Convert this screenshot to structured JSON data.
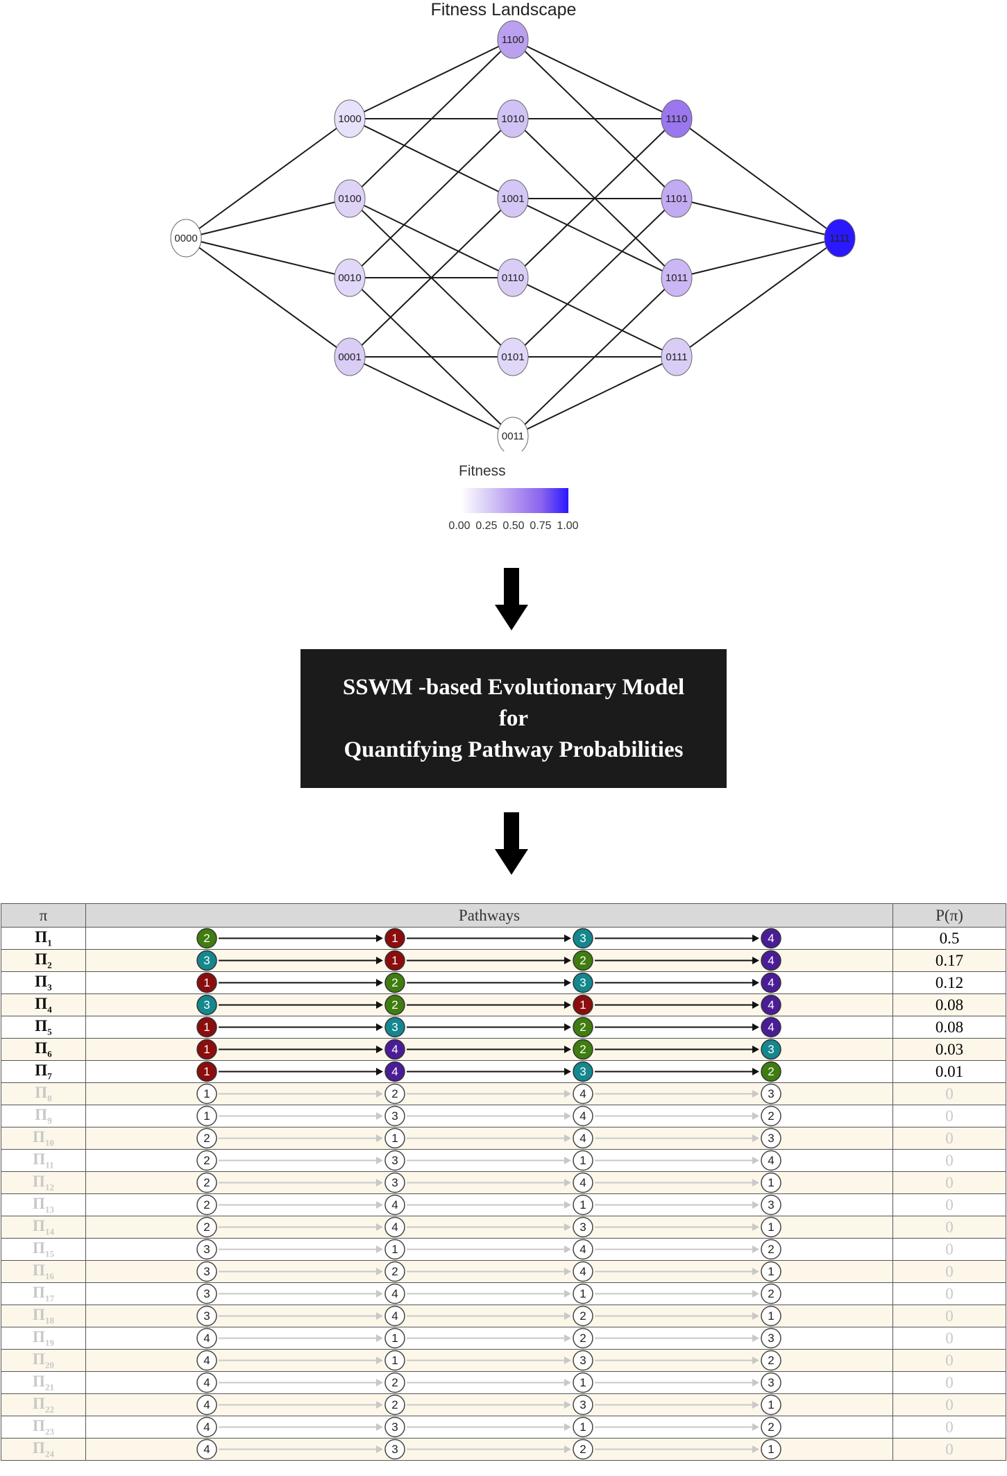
{
  "landscape": {
    "title": "Fitness Landscape",
    "legend": {
      "title": "Fitness",
      "ticks": [
        "0.00",
        "0.25",
        "0.50",
        "0.75",
        "1.00"
      ],
      "colors": [
        "#ffffff",
        "#2a18ff"
      ]
    },
    "nodes": [
      {
        "id": "0000",
        "fitness": 0.0
      },
      {
        "id": "1000",
        "fitness": 0.15
      },
      {
        "id": "0100",
        "fitness": 0.22
      },
      {
        "id": "0010",
        "fitness": 0.2
      },
      {
        "id": "0001",
        "fitness": 0.25
      },
      {
        "id": "1100",
        "fitness": 0.45
      },
      {
        "id": "1010",
        "fitness": 0.3
      },
      {
        "id": "1001",
        "fitness": 0.28
      },
      {
        "id": "0110",
        "fitness": 0.25
      },
      {
        "id": "0101",
        "fitness": 0.2
      },
      {
        "id": "0011",
        "fitness": 0.0
      },
      {
        "id": "1110",
        "fitness": 0.65
      },
      {
        "id": "1101",
        "fitness": 0.4
      },
      {
        "id": "1011",
        "fitness": 0.35
      },
      {
        "id": "0111",
        "fitness": 0.25
      },
      {
        "id": "1111",
        "fitness": 1.0
      }
    ]
  },
  "model_box": {
    "lines": [
      "SSWM -based Evolutionary Model",
      "for",
      "Quantifying Pathway Probabilities"
    ]
  },
  "table": {
    "headers": [
      "π",
      "Pathways",
      "P(π)"
    ],
    "pi_symbol": "Π",
    "step_colors": {
      "1": "#8b0d0d",
      "2": "#3f7d10",
      "3": "#15878e",
      "4": "#4a1d96"
    },
    "rows": [
      {
        "index": "1",
        "steps": [
          "2",
          "1",
          "3",
          "4"
        ],
        "p": "0.5",
        "active": true
      },
      {
        "index": "2",
        "steps": [
          "3",
          "1",
          "2",
          "4"
        ],
        "p": "0.17",
        "active": true
      },
      {
        "index": "3",
        "steps": [
          "1",
          "2",
          "3",
          "4"
        ],
        "p": "0.12",
        "active": true
      },
      {
        "index": "4",
        "steps": [
          "3",
          "2",
          "1",
          "4"
        ],
        "p": "0.08",
        "active": true
      },
      {
        "index": "5",
        "steps": [
          "1",
          "3",
          "2",
          "4"
        ],
        "p": "0.08",
        "active": true
      },
      {
        "index": "6",
        "steps": [
          "1",
          "4",
          "2",
          "3"
        ],
        "p": "0.03",
        "active": true
      },
      {
        "index": "7",
        "steps": [
          "1",
          "4",
          "3",
          "2"
        ],
        "p": "0.01",
        "active": true
      },
      {
        "index": "8",
        "steps": [
          "1",
          "2",
          "4",
          "3"
        ],
        "p": "0",
        "active": false
      },
      {
        "index": "9",
        "steps": [
          "1",
          "3",
          "4",
          "2"
        ],
        "p": "0",
        "active": false
      },
      {
        "index": "10",
        "steps": [
          "2",
          "1",
          "4",
          "3"
        ],
        "p": "0",
        "active": false
      },
      {
        "index": "11",
        "steps": [
          "2",
          "3",
          "1",
          "4"
        ],
        "p": "0",
        "active": false
      },
      {
        "index": "12",
        "steps": [
          "2",
          "3",
          "4",
          "1"
        ],
        "p": "0",
        "active": false
      },
      {
        "index": "13",
        "steps": [
          "2",
          "4",
          "1",
          "3"
        ],
        "p": "0",
        "active": false
      },
      {
        "index": "14",
        "steps": [
          "2",
          "4",
          "3",
          "1"
        ],
        "p": "0",
        "active": false
      },
      {
        "index": "15",
        "steps": [
          "3",
          "1",
          "4",
          "2"
        ],
        "p": "0",
        "active": false
      },
      {
        "index": "16",
        "steps": [
          "3",
          "2",
          "4",
          "1"
        ],
        "p": "0",
        "active": false
      },
      {
        "index": "17",
        "steps": [
          "3",
          "4",
          "1",
          "2"
        ],
        "p": "0",
        "active": false
      },
      {
        "index": "18",
        "steps": [
          "3",
          "4",
          "2",
          "1"
        ],
        "p": "0",
        "active": false
      },
      {
        "index": "19",
        "steps": [
          "4",
          "1",
          "2",
          "3"
        ],
        "p": "0",
        "active": false
      },
      {
        "index": "20",
        "steps": [
          "4",
          "1",
          "3",
          "2"
        ],
        "p": "0",
        "active": false
      },
      {
        "index": "21",
        "steps": [
          "4",
          "2",
          "1",
          "3"
        ],
        "p": "0",
        "active": false
      },
      {
        "index": "22",
        "steps": [
          "4",
          "2",
          "3",
          "1"
        ],
        "p": "0",
        "active": false
      },
      {
        "index": "23",
        "steps": [
          "4",
          "3",
          "1",
          "2"
        ],
        "p": "0",
        "active": false
      },
      {
        "index": "24",
        "steps": [
          "4",
          "3",
          "2",
          "1"
        ],
        "p": "0",
        "active": false
      }
    ]
  }
}
